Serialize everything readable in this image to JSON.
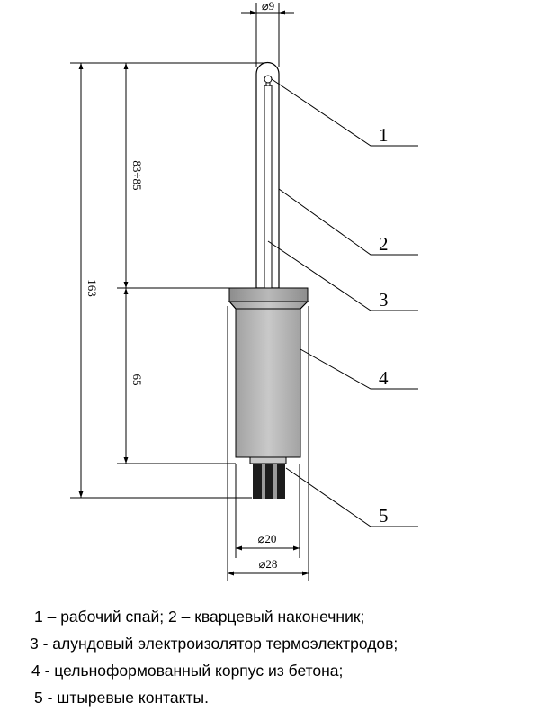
{
  "dimensions": {
    "tip_diameter": "⌀9",
    "tip_length": "83÷85",
    "total_length": "163",
    "body_length": "65",
    "inner_diameter": "⌀20",
    "outer_diameter": "⌀28"
  },
  "callouts": [
    "1",
    "2",
    "3",
    "4",
    "5"
  ],
  "legend": [
    "1 – рабочий спай;   2 – кварцевый наконечник;",
    "3 - алундовый электроизолятор термоэлектродов;",
    "4 - цельноформованный корпус из бетона;",
    "5 - штыревые контакты."
  ]
}
